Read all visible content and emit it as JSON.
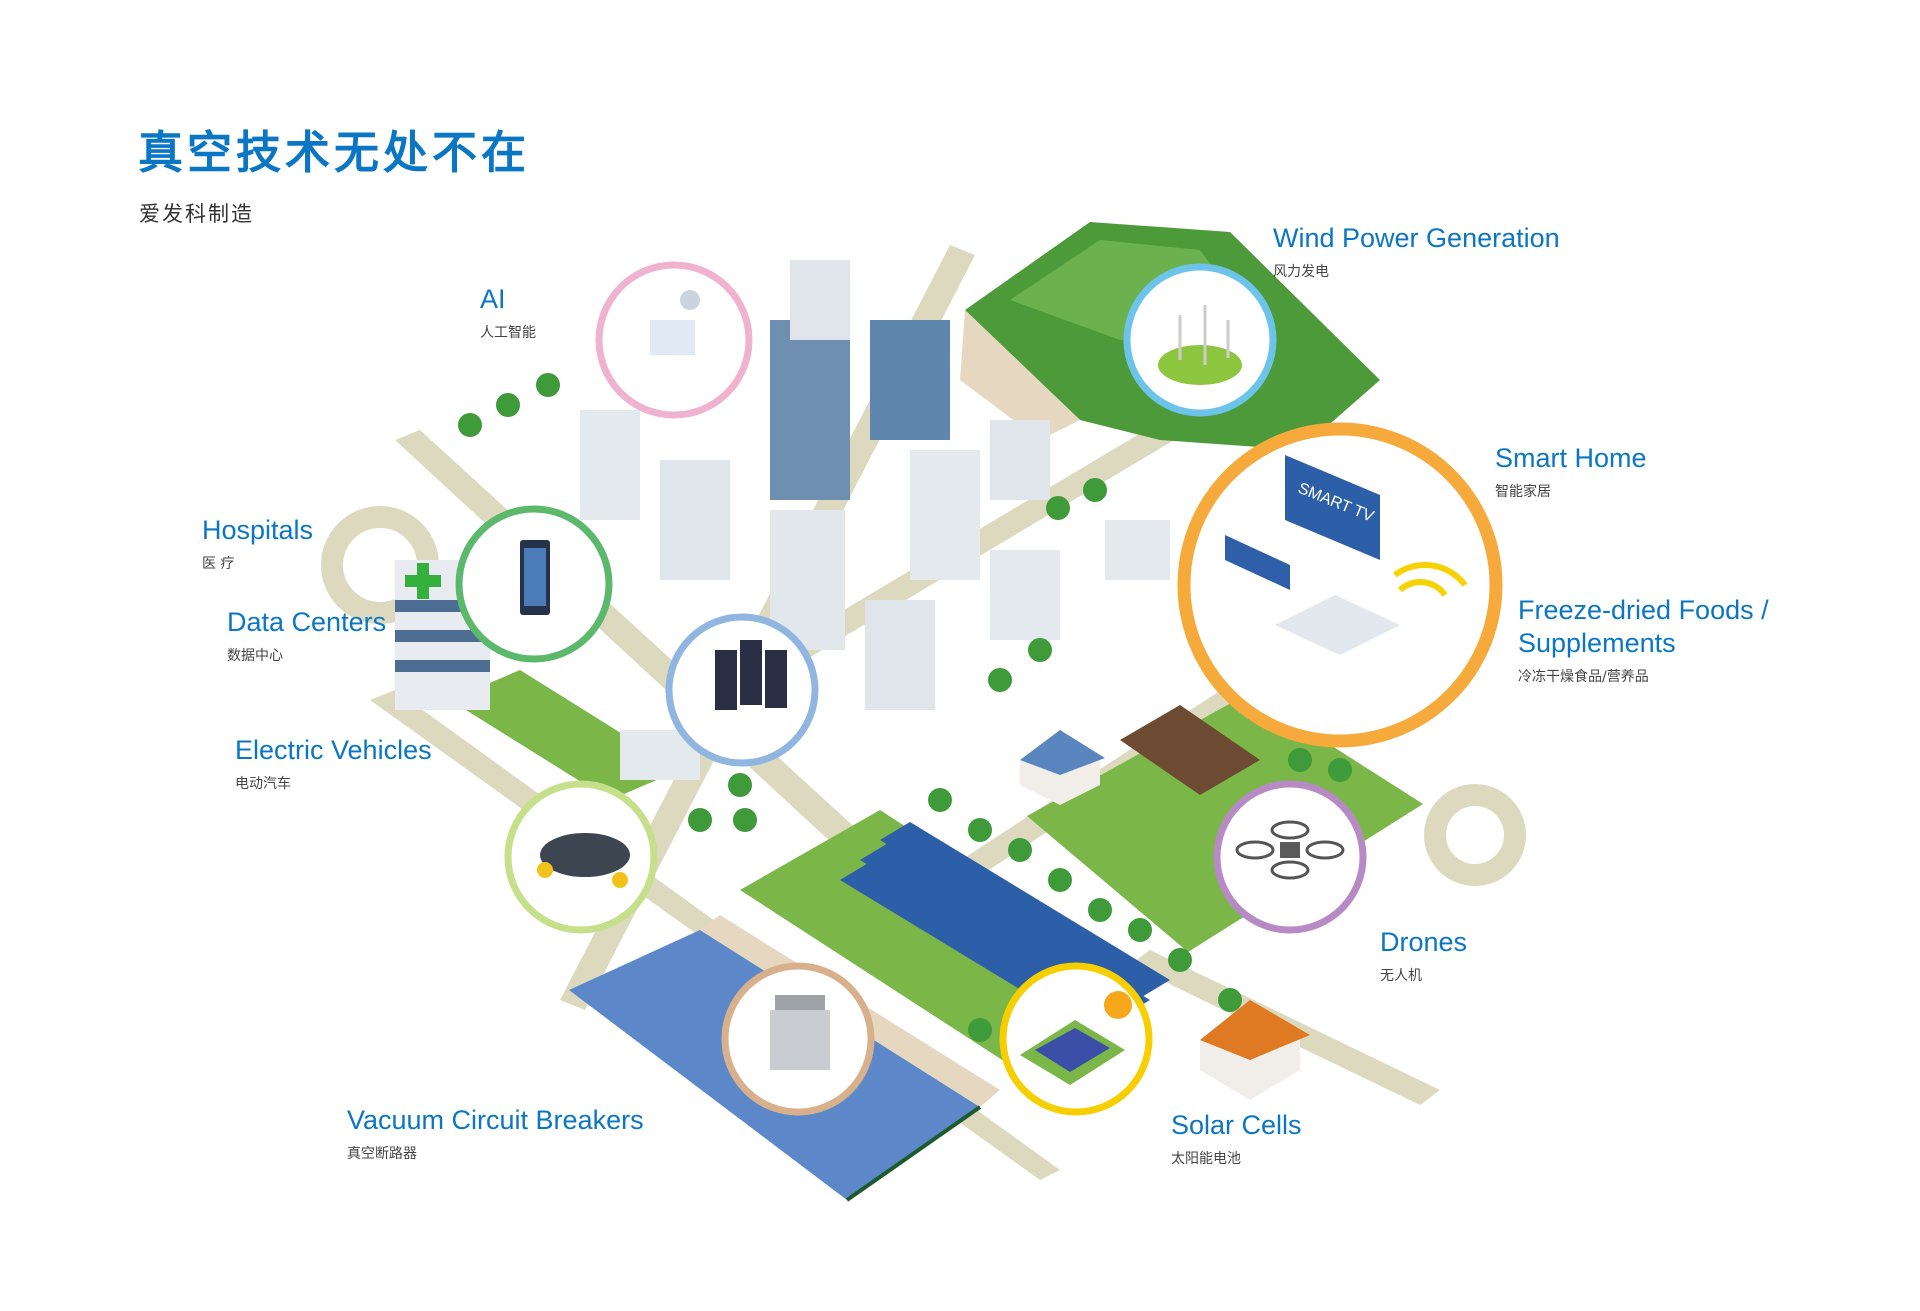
{
  "header": {
    "title": "真空技术无处不在",
    "subtitle": "爱发科制造"
  },
  "colors": {
    "brand": "#0a76c4",
    "ai": "#f0b3cf",
    "hospitals": "#5cb86b",
    "data_centers": "#8fb5e0",
    "electric_vehicles": "#c5df8a",
    "wind": "#6cc4ea",
    "smart_home": "#f6aa3c",
    "drones": "#b78ac5",
    "vacuum": "#d9b08c",
    "solar": "#f7cf00"
  },
  "labels": {
    "ai": {
      "en": "AI",
      "zh": "人工智能"
    },
    "hospitals": {
      "en": "Hospitals",
      "zh": "医 疗"
    },
    "data_centers": {
      "en": "Data Centers",
      "zh": "数据中心"
    },
    "electric_vehicles": {
      "en": "Electric Vehicles",
      "zh": "电动汽车"
    },
    "wind": {
      "en": "Wind Power Generation",
      "zh": "风力发电"
    },
    "smart_home": {
      "en": "Smart Home",
      "zh": "智能家居"
    },
    "freeze_dried": {
      "en1": "Freeze-dried Foods /",
      "en2": "Supplements",
      "zh": "冷冻干燥食品/营养品"
    },
    "drones": {
      "en": "Drones",
      "zh": "无人机"
    },
    "vacuum": {
      "en": "Vacuum Circuit Breakers",
      "zh": "真空断路器"
    },
    "solar": {
      "en": "Solar Cells",
      "zh": "太阳能电池"
    }
  },
  "tv_text": "SMART TV"
}
